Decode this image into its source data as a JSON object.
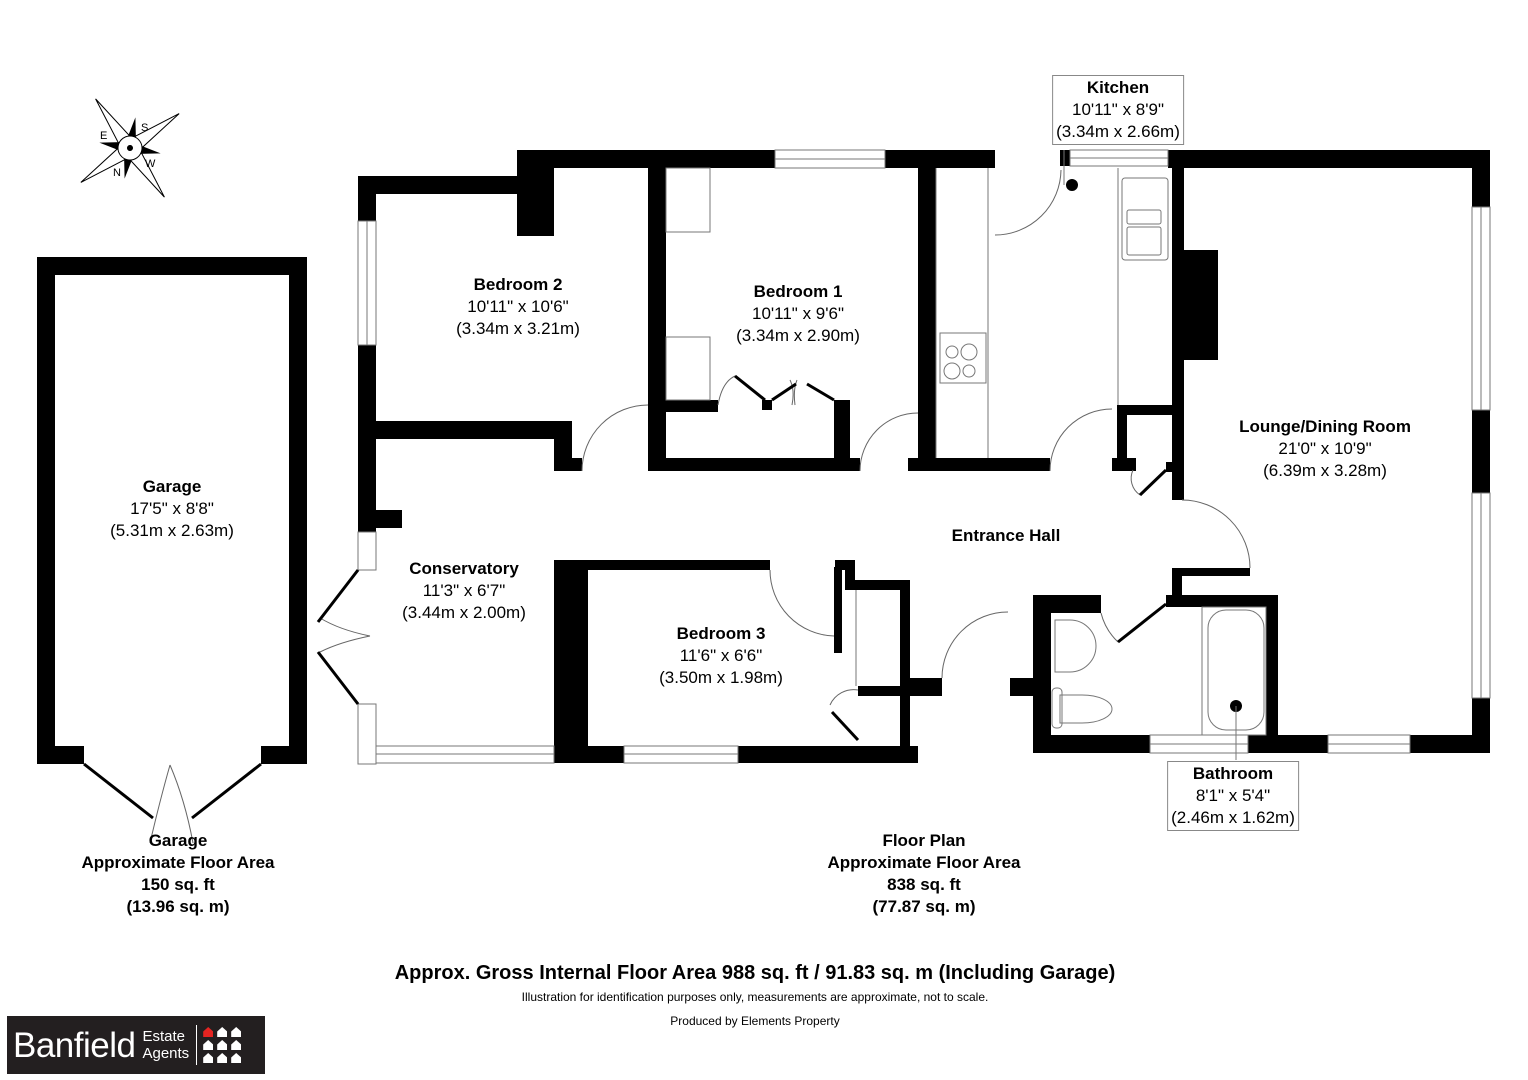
{
  "rooms": {
    "kitchen": {
      "name": "Kitchen",
      "imperial": "10'11\" x 8'9\"",
      "metric": "(3.34m x 2.66m)"
    },
    "bedroom2": {
      "name": "Bedroom 2",
      "imperial": "10'11\" x 10'6\"",
      "metric": "(3.34m x 3.21m)"
    },
    "bedroom1": {
      "name": "Bedroom 1",
      "imperial": "10'11\" x 9'6\"",
      "metric": "(3.34m x 2.90m)"
    },
    "lounge": {
      "name": "Lounge/Dining Room",
      "imperial": "21'0\" x 10'9\"",
      "metric": "(6.39m x 3.28m)"
    },
    "garage": {
      "name": "Garage",
      "imperial": "17'5\" x 8'8\"",
      "metric": "(5.31m x 2.63m)"
    },
    "entrance_hall": {
      "name": "Entrance Hall"
    },
    "conservatory": {
      "name": "Conservatory",
      "imperial": "11'3\" x 6'7\"",
      "metric": "(3.44m x 2.00m)"
    },
    "bedroom3": {
      "name": "Bedroom 3",
      "imperial": "11'6\" x 6'6\"",
      "metric": "(3.50m x 1.98m)"
    },
    "bathroom": {
      "name": "Bathroom",
      "imperial": "8'1\" x 5'4\"",
      "metric": "(2.46m x 1.62m)"
    }
  },
  "compass": {
    "labels": [
      "S",
      "W",
      "N",
      "E"
    ],
    "icon": "compass-rose-icon"
  },
  "garage_area": {
    "title": "Garage",
    "subtitle": "Approximate Floor Area",
    "imperial": "150 sq. ft",
    "metric": "(13.96 sq. m)"
  },
  "floor_area": {
    "title": "Floor Plan",
    "subtitle": "Approximate Floor Area",
    "imperial": "838 sq. ft",
    "metric": "(77.87 sq. m)"
  },
  "footer": {
    "gross": "Approx. Gross Internal Floor Area 988 sq. ft / 91.83 sq. m (Including Garage)",
    "disclaimer": "Illustration for identification purposes only, measurements are approximate, not to scale.",
    "producer": "Produced by Elements Property"
  },
  "logo": {
    "brand": "Banfield",
    "line1": "Estate",
    "line2": "Agents",
    "accent": "#e52421",
    "background": "#231f20"
  }
}
